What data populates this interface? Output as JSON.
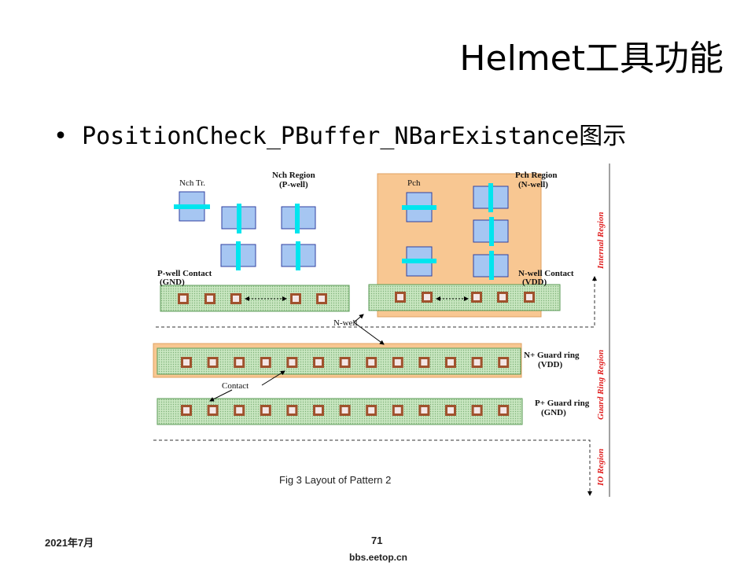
{
  "slide": {
    "title": "Helmet工具功能",
    "bullet": "PositionCheck_PBuffer_NBarExistance图示",
    "date": "2021年7月",
    "page_number": "71",
    "watermark": "bbs.eetop.cn"
  },
  "figure": {
    "caption": "Fig 3 Layout of Pattern 2",
    "labels": {
      "nch_tr": "Nch Tr.",
      "nch_region": "Nch Region",
      "nch_region_sub": "(P-well)",
      "pch": "Pch",
      "pch_region": "Pch Region",
      "pch_region_sub": "(N-well)",
      "pwell_contact": "P-well Contact",
      "pwell_contact_sub": "(GND)",
      "nwell_contact": "N-well Contact",
      "nwell_contact_sub": "(VDD)",
      "nwell": "N-well",
      "nplus_guard": "N+ Guard ring",
      "nplus_guard_sub": "(VDD)",
      "pplus_guard": "P+ Guard ring",
      "pplus_guard_sub": "(GND)",
      "contact": "Contact"
    },
    "regions": {
      "internal": "Internal Region",
      "guard_ring": "Guard Ring Region",
      "io": "IO Region"
    },
    "colors": {
      "nwell": "#f8c792",
      "diffusion": "#b6dcb0",
      "transistor": "#a6c6f2",
      "gate": "#00e5ee",
      "contact": "#a0522d",
      "region_label": "#e02020"
    }
  }
}
